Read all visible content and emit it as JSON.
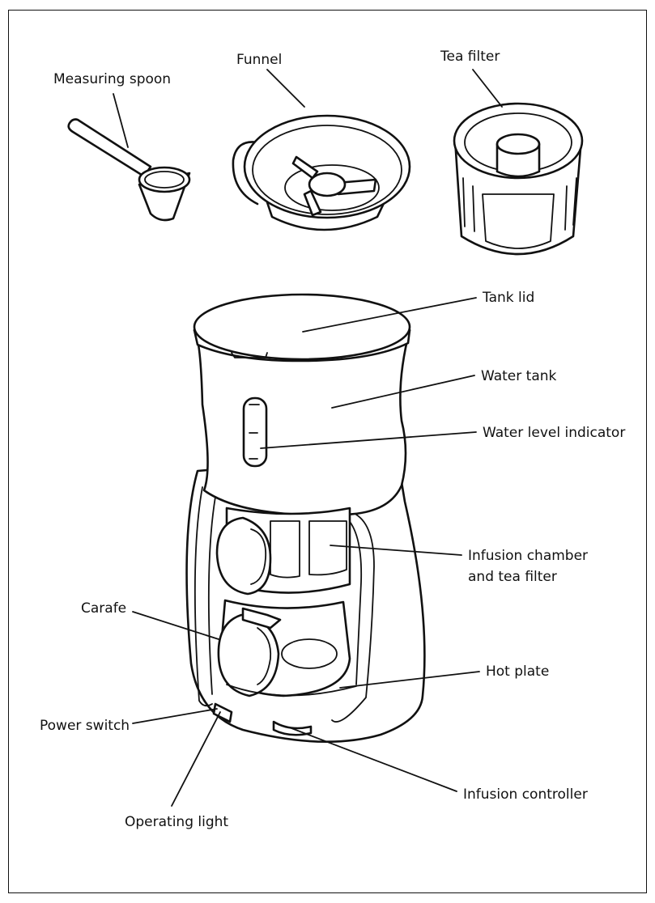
{
  "labels": {
    "measuring_spoon": "Measuring spoon",
    "funnel": "Funnel",
    "tea_filter": "Tea filter",
    "tank_lid": "Tank lid",
    "water_tank": "Water tank",
    "water_level_indicator": "Water level indicator",
    "infusion_chamber_line1": "Infusion chamber",
    "infusion_chamber_line2": "and tea filter",
    "carafe": "Carafe",
    "hot_plate": "Hot plate",
    "power_switch": "Power switch",
    "infusion_controller": "Infusion controller",
    "operating_light": "Operating light"
  }
}
